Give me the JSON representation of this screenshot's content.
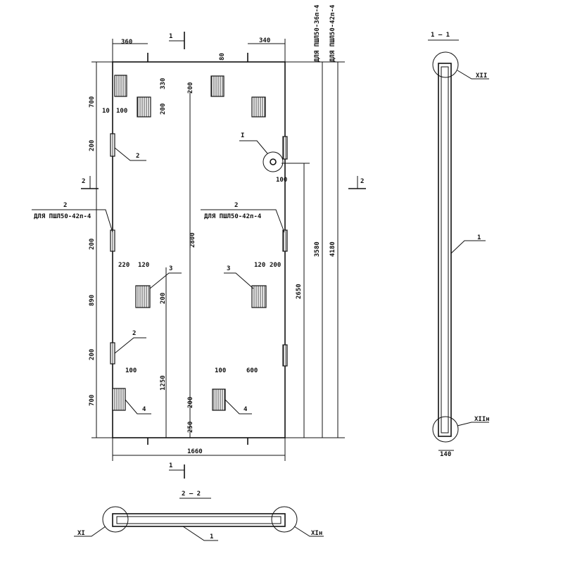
{
  "panel": {
    "dims_top": [
      "360",
      "340",
      "80"
    ],
    "dims_left": [
      "700",
      "10",
      "100",
      "200",
      "200",
      "890",
      "200",
      "700"
    ],
    "dims_inner": [
      "330",
      "200",
      "200",
      "2800",
      "220",
      "120",
      "120",
      "200",
      "200",
      "1250",
      "100",
      "100",
      "600",
      "200",
      "250",
      "100"
    ],
    "dims_right": [
      "2650",
      "3580",
      "4180"
    ],
    "dim_width": "1660",
    "variant_labels": [
      "ДЛЯ ПШЛ50-36п-4",
      "ДЛЯ ПШЛ50-42п-4"
    ],
    "note_label": "ДЛЯ ПШЛ50-42п-4",
    "callouts": [
      "2",
      "2",
      "2",
      "2",
      "3",
      "3",
      "4",
      "4"
    ],
    "detail_mark": "I",
    "section_marks": [
      "1",
      "1",
      "2",
      "2"
    ]
  },
  "section_1_1": {
    "title": "1 — 1",
    "callouts": [
      "XII",
      "1",
      "XIIн"
    ],
    "dim": "140"
  },
  "section_2_2": {
    "title": "2 — 2",
    "callouts": [
      "XI",
      "XIн",
      "1"
    ]
  }
}
